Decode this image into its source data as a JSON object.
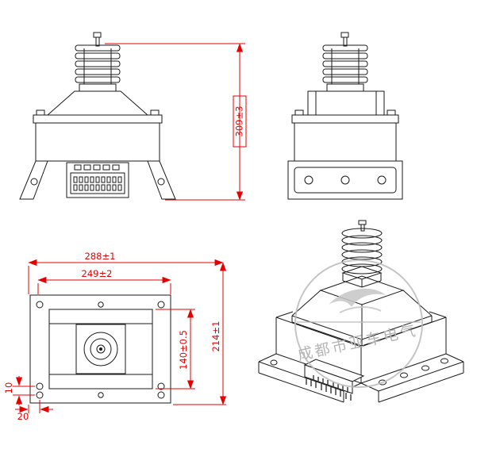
{
  "colors": {
    "drawing_line": "#1a1a1a",
    "dimension": "#e60000",
    "watermark": "#bcbcbc",
    "background": "#ffffff"
  },
  "dimensions": {
    "overall_height": "309±3",
    "overall_width": "288±1",
    "inner_width": "249±2",
    "overall_depth": "214±1",
    "inner_depth": "140±0.5",
    "hole_offset": "10",
    "edge_margin": "20"
  },
  "watermark": {
    "text": "成都市亚车电气"
  }
}
